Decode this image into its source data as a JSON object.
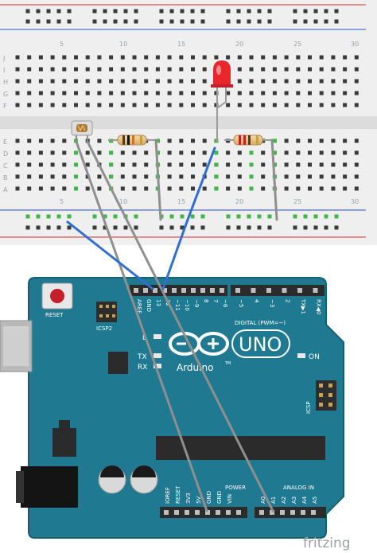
{
  "breadboard": {
    "row_letters_top": [
      "J",
      "I",
      "H",
      "G",
      "F"
    ],
    "row_letters_bottom": [
      "E",
      "D",
      "C",
      "B",
      "A"
    ],
    "column_numbers_top": [
      "5",
      "10",
      "15",
      "20",
      "25",
      "30"
    ],
    "column_numbers_bottom": [
      "5",
      "10",
      "15",
      "20",
      "25",
      "30"
    ]
  },
  "arduino": {
    "reset_label": "RESET",
    "icsp2_label": "ICSP2",
    "icsp_label": "ICSP",
    "led_l_label": "L",
    "tx_label": "TX",
    "rx_label": "RX",
    "on_label": "ON",
    "uno_label": "UNO",
    "brand_label": "Arduino",
    "tm_label": "TM",
    "digital_label": "DIGITAL (PWM=~)",
    "power_label": "POWER",
    "analog_label": "ANALOG IN",
    "top_pins": [
      "AREF",
      "GND",
      "13",
      "12",
      "~11",
      "~10",
      "~9",
      "8",
      "7",
      "~6",
      "~5",
      "4",
      "~3",
      "2",
      "TX▶1",
      "RX◀0"
    ],
    "power_pins": [
      "IOREF",
      "RESET",
      "3V3",
      "5V",
      "GND",
      "GND",
      "VIN"
    ],
    "analog_pins": [
      "A0",
      "A1",
      "A2",
      "A3",
      "A4",
      "A5"
    ]
  },
  "watermark": "fritzing",
  "colors": {
    "board": "#1f7a91",
    "breadboard": "#efefef",
    "wire_gray": "#8f8f8f",
    "wire_blue": "#2f6fd0",
    "led": "#e8262c",
    "rail_red": "#d8322e",
    "rail_blue": "#2b56c4"
  }
}
